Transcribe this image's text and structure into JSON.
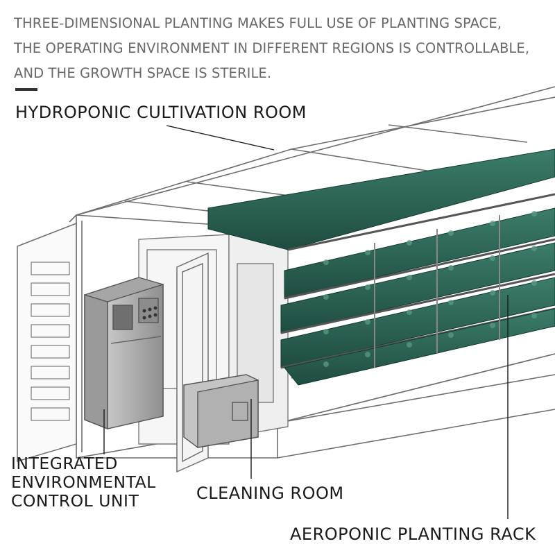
{
  "caption": {
    "lines": [
      "THREE-DIMENSIONAL PLANTING MAKES FULL USE OF PLANTING SPACE,",
      "THE OPERATING ENVIRONMENT IN DIFFERENT REGIONS IS CONTROLLABLE,",
      "AND THE GROWTH SPACE IS STERILE."
    ]
  },
  "labels": {
    "hydroponic_room": "HYDROPONIC CULTIVATION ROOM",
    "control_unit": [
      "INTEGRATED",
      "ENVIRONMENTAL",
      "CONTROL UNIT"
    ],
    "cleaning_room": "CLEANING ROOM",
    "planting_rack": "AEROPONIC PLANTING RACK"
  },
  "colors": {
    "caption_text": "#6a6a6a",
    "label_text": "#1a1a1a",
    "plant_tray": "#2f6b5a",
    "plant_tray_dark": "#1f4c40",
    "frame_line": "#6e6e6e",
    "cabinet": "#a9a9a9"
  }
}
